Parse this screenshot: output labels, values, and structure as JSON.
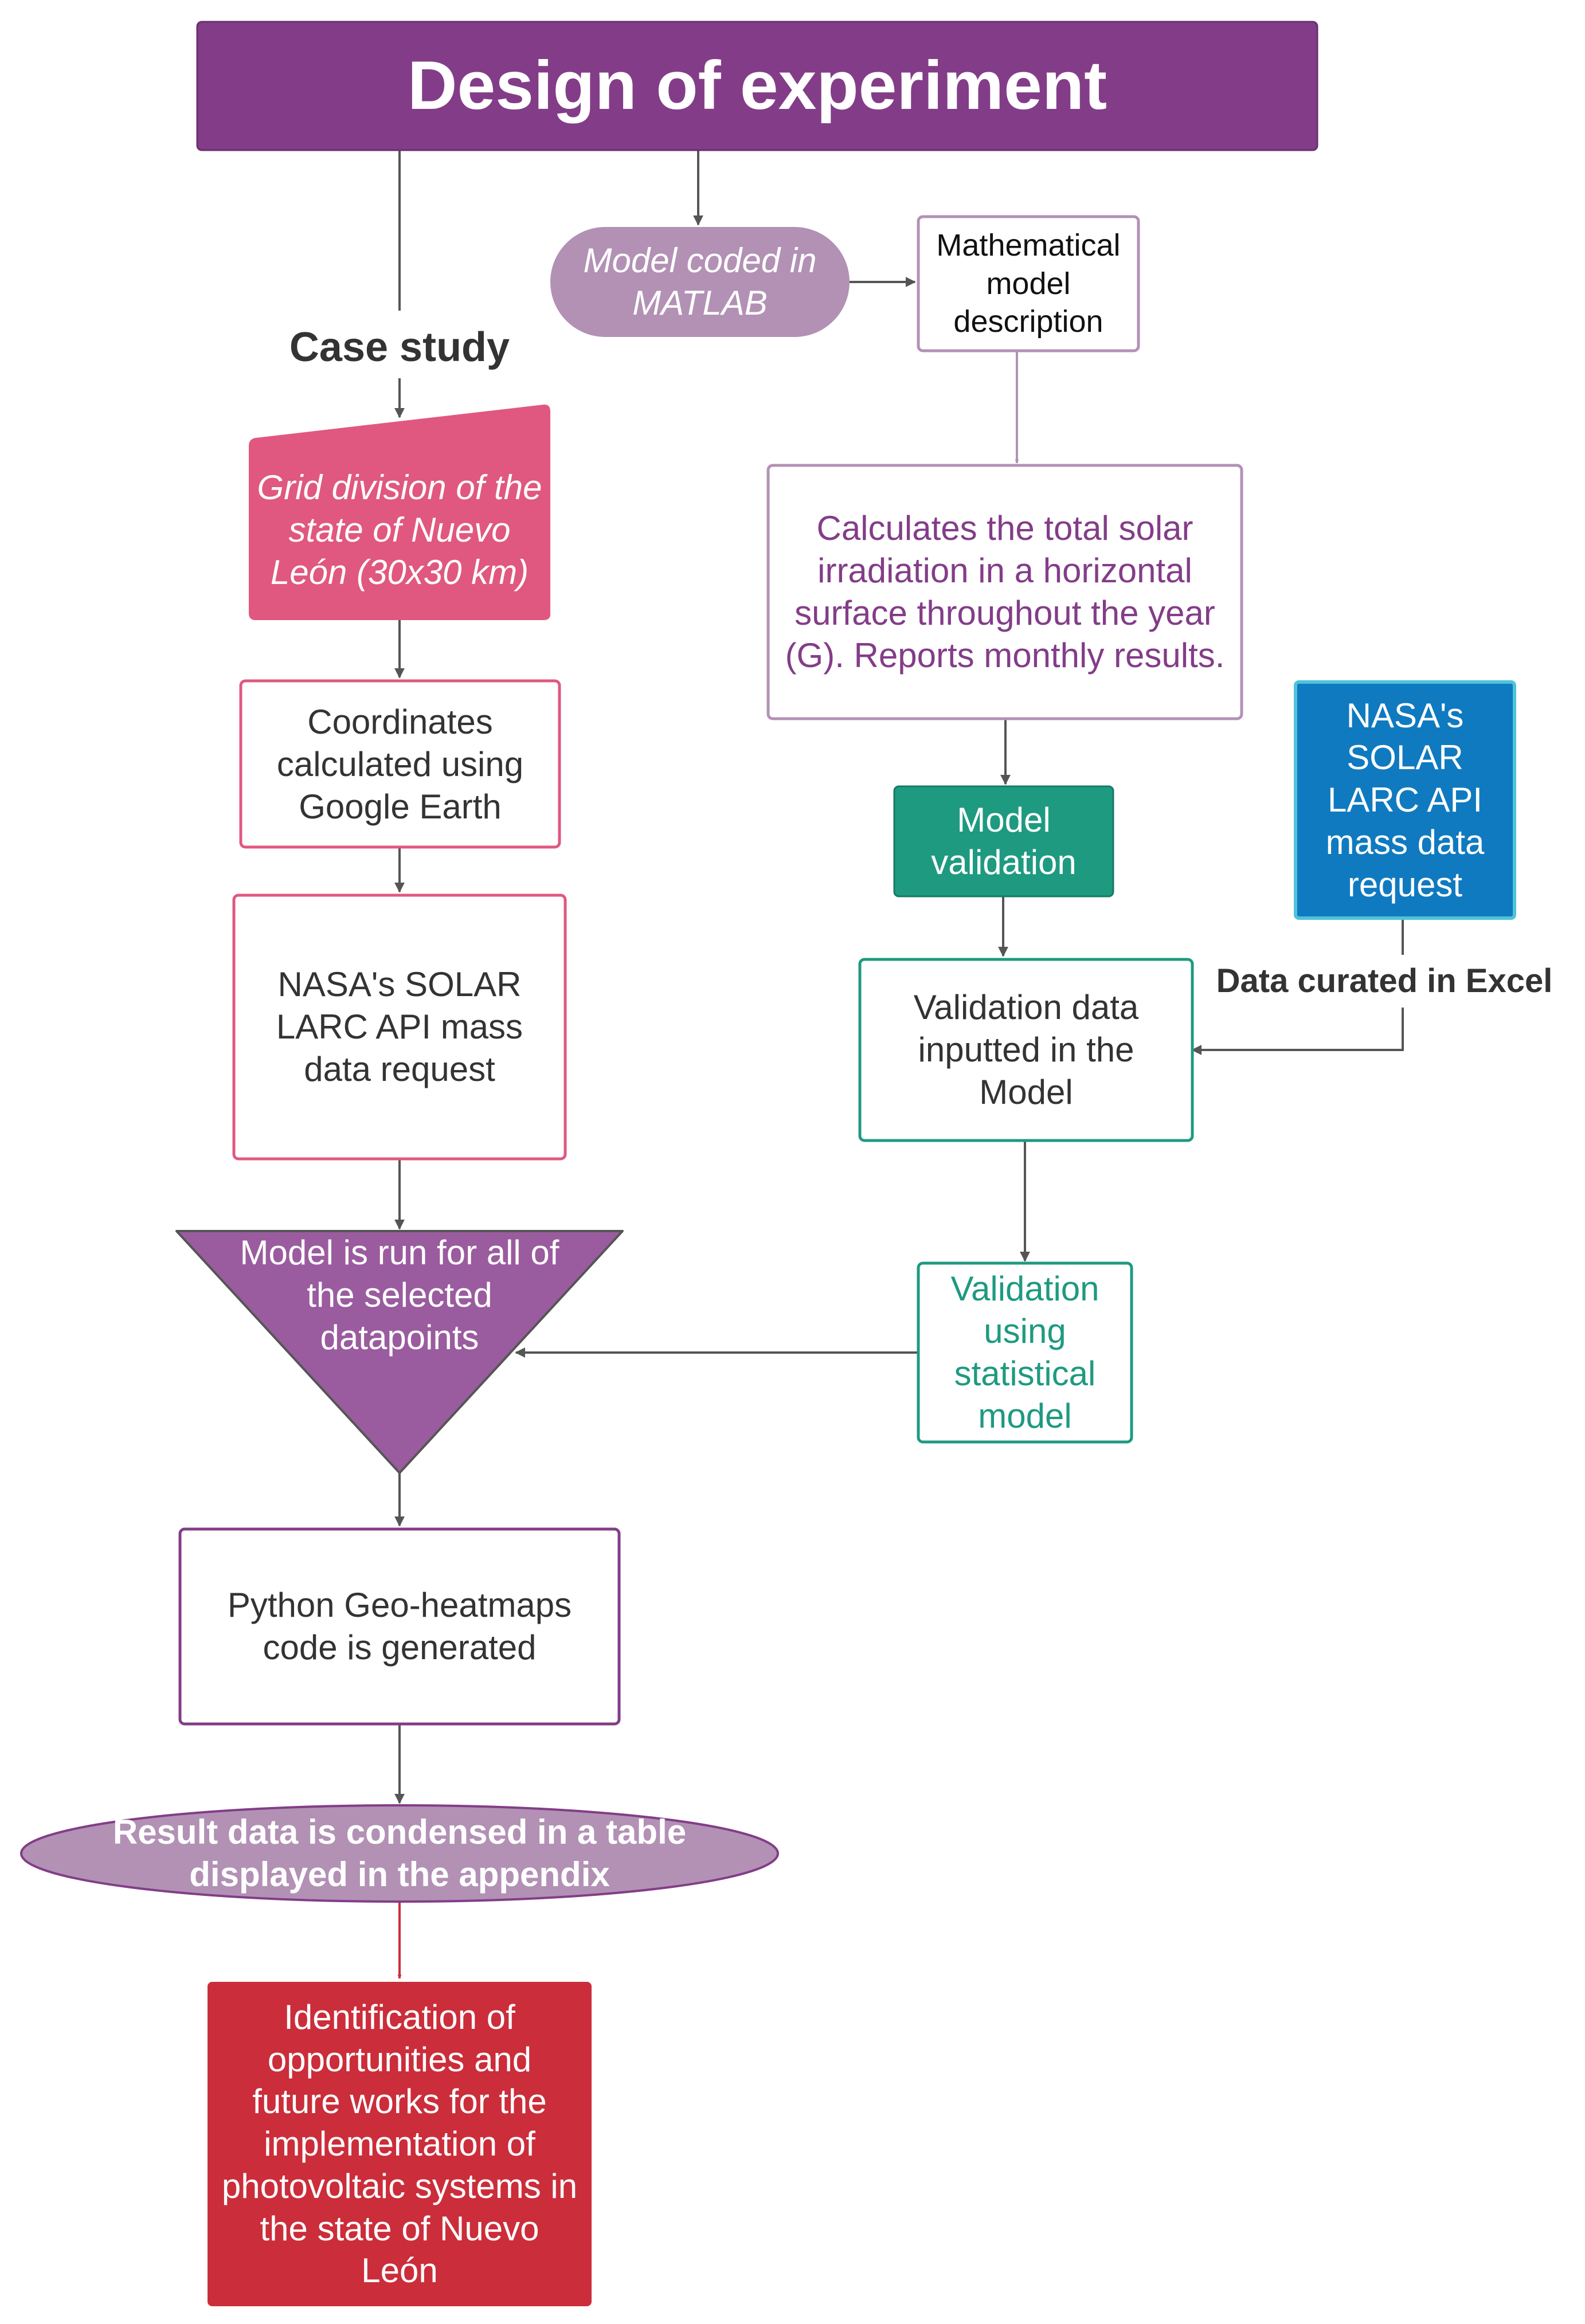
{
  "title": "Design of experiment",
  "labels": {
    "case_study": "Case study",
    "data_curated": "Data curated in Excel"
  },
  "nodes": {
    "matlab": "Model coded in MATLAB",
    "math_model": "Mathematical model description",
    "grid": "Grid division of the state of Nuevo León (30x30 km)",
    "solar_calc": "Calculates the total solar irradiation in a horizontal surface throughout the year (G). Reports monthly results.",
    "coords": "Coordinates calculated using Google Earth",
    "nasa_left": "NASA's SOLAR LARC API mass data request",
    "model_validation": "Model validation",
    "nasa_right": "NASA's SOLAR LARC API mass data request",
    "validation_input": "Validation data inputted in the Model",
    "model_run": "Model is run for all of the selected datapoints",
    "validation_stat": "Validation using statistical model",
    "python": "Python Geo-heatmaps code is generated",
    "result": "Result data is condensed in a table displayed in the appendix",
    "identification": "Identification of opportunities and future works for the implementation of photovoltaic systems in the state of Nuevo León"
  },
  "colors": {
    "purple_dark": "#833D88",
    "purple_light": "#B291B5",
    "pink": "#E0587F",
    "teal": "#1E9A80",
    "blue": "#0F7AC0",
    "red": "#CB2D3A",
    "arrow": "#555555"
  }
}
